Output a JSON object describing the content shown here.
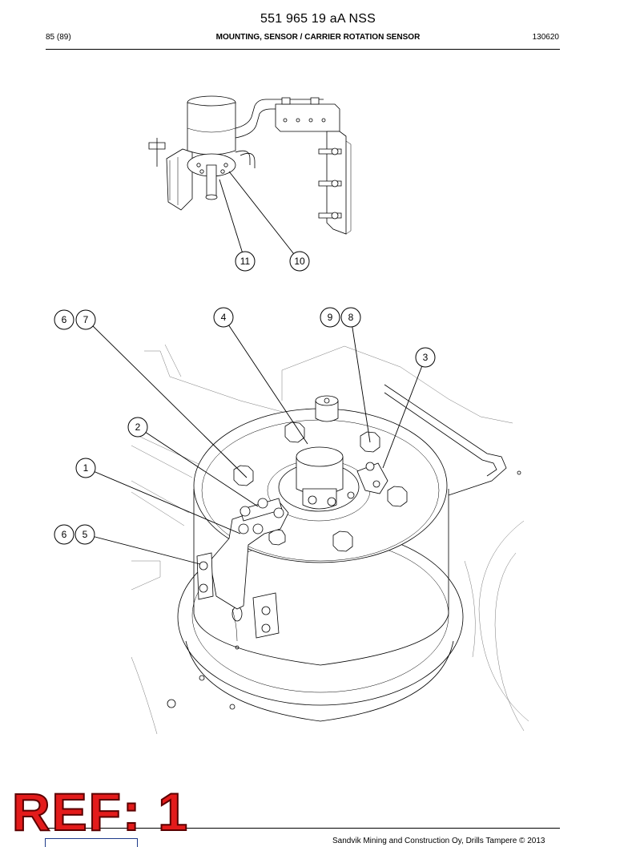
{
  "header": {
    "doc_number": "551 965 19 aA NSS",
    "page": "85 (89)",
    "title": "MOUNTING, SENSOR / CARRIER ROTATION SENSOR",
    "code": "130620"
  },
  "top_view_callouts": [
    "11",
    "10"
  ],
  "main_view_callouts": [
    "6",
    "7",
    "4",
    "9",
    "8",
    "3",
    "2",
    "1",
    "6",
    "5"
  ],
  "footer": {
    "copyright": "Sandvik Mining and Construction Oy, Drills Tampere © 2013"
  },
  "stamp": {
    "ref_text": "REF: 1"
  },
  "colors": {
    "stamp_fill": "#e31b1b",
    "stamp_outline": "#5a0000",
    "brand_blue": "#1e3a8a"
  }
}
